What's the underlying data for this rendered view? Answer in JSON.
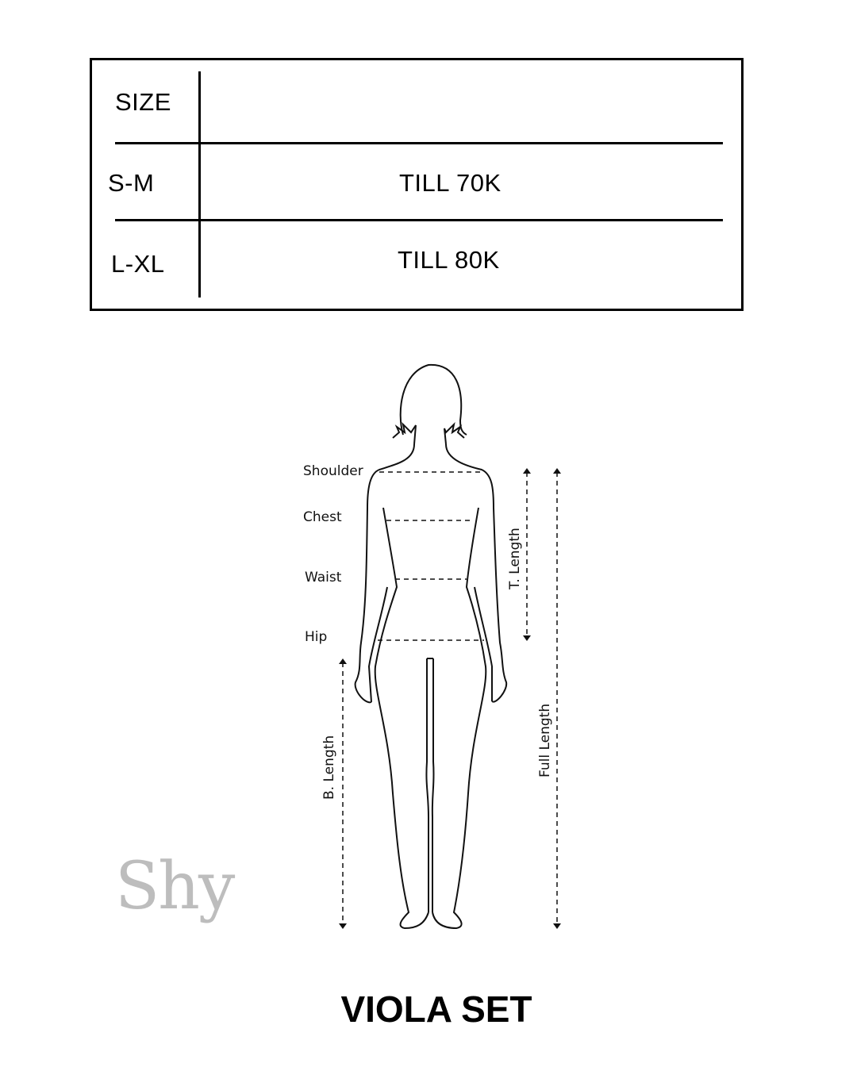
{
  "table": {
    "header": {
      "size_label": "SIZE",
      "value_label": ""
    },
    "rows": [
      {
        "size": "S-M",
        "value": "TILL 70K"
      },
      {
        "size": "L-XL",
        "value": "TILL 80K"
      }
    ]
  },
  "diagram": {
    "labels": {
      "shoulder": "Shoulder",
      "chest": "Chest",
      "waist": "Waist",
      "hip": "Hip",
      "t_length": "T. Length",
      "full_length": "Full Length",
      "b_length": "B. Length"
    }
  },
  "brand": {
    "logo": "Shy"
  },
  "product": {
    "title": "VIOLA SET"
  }
}
